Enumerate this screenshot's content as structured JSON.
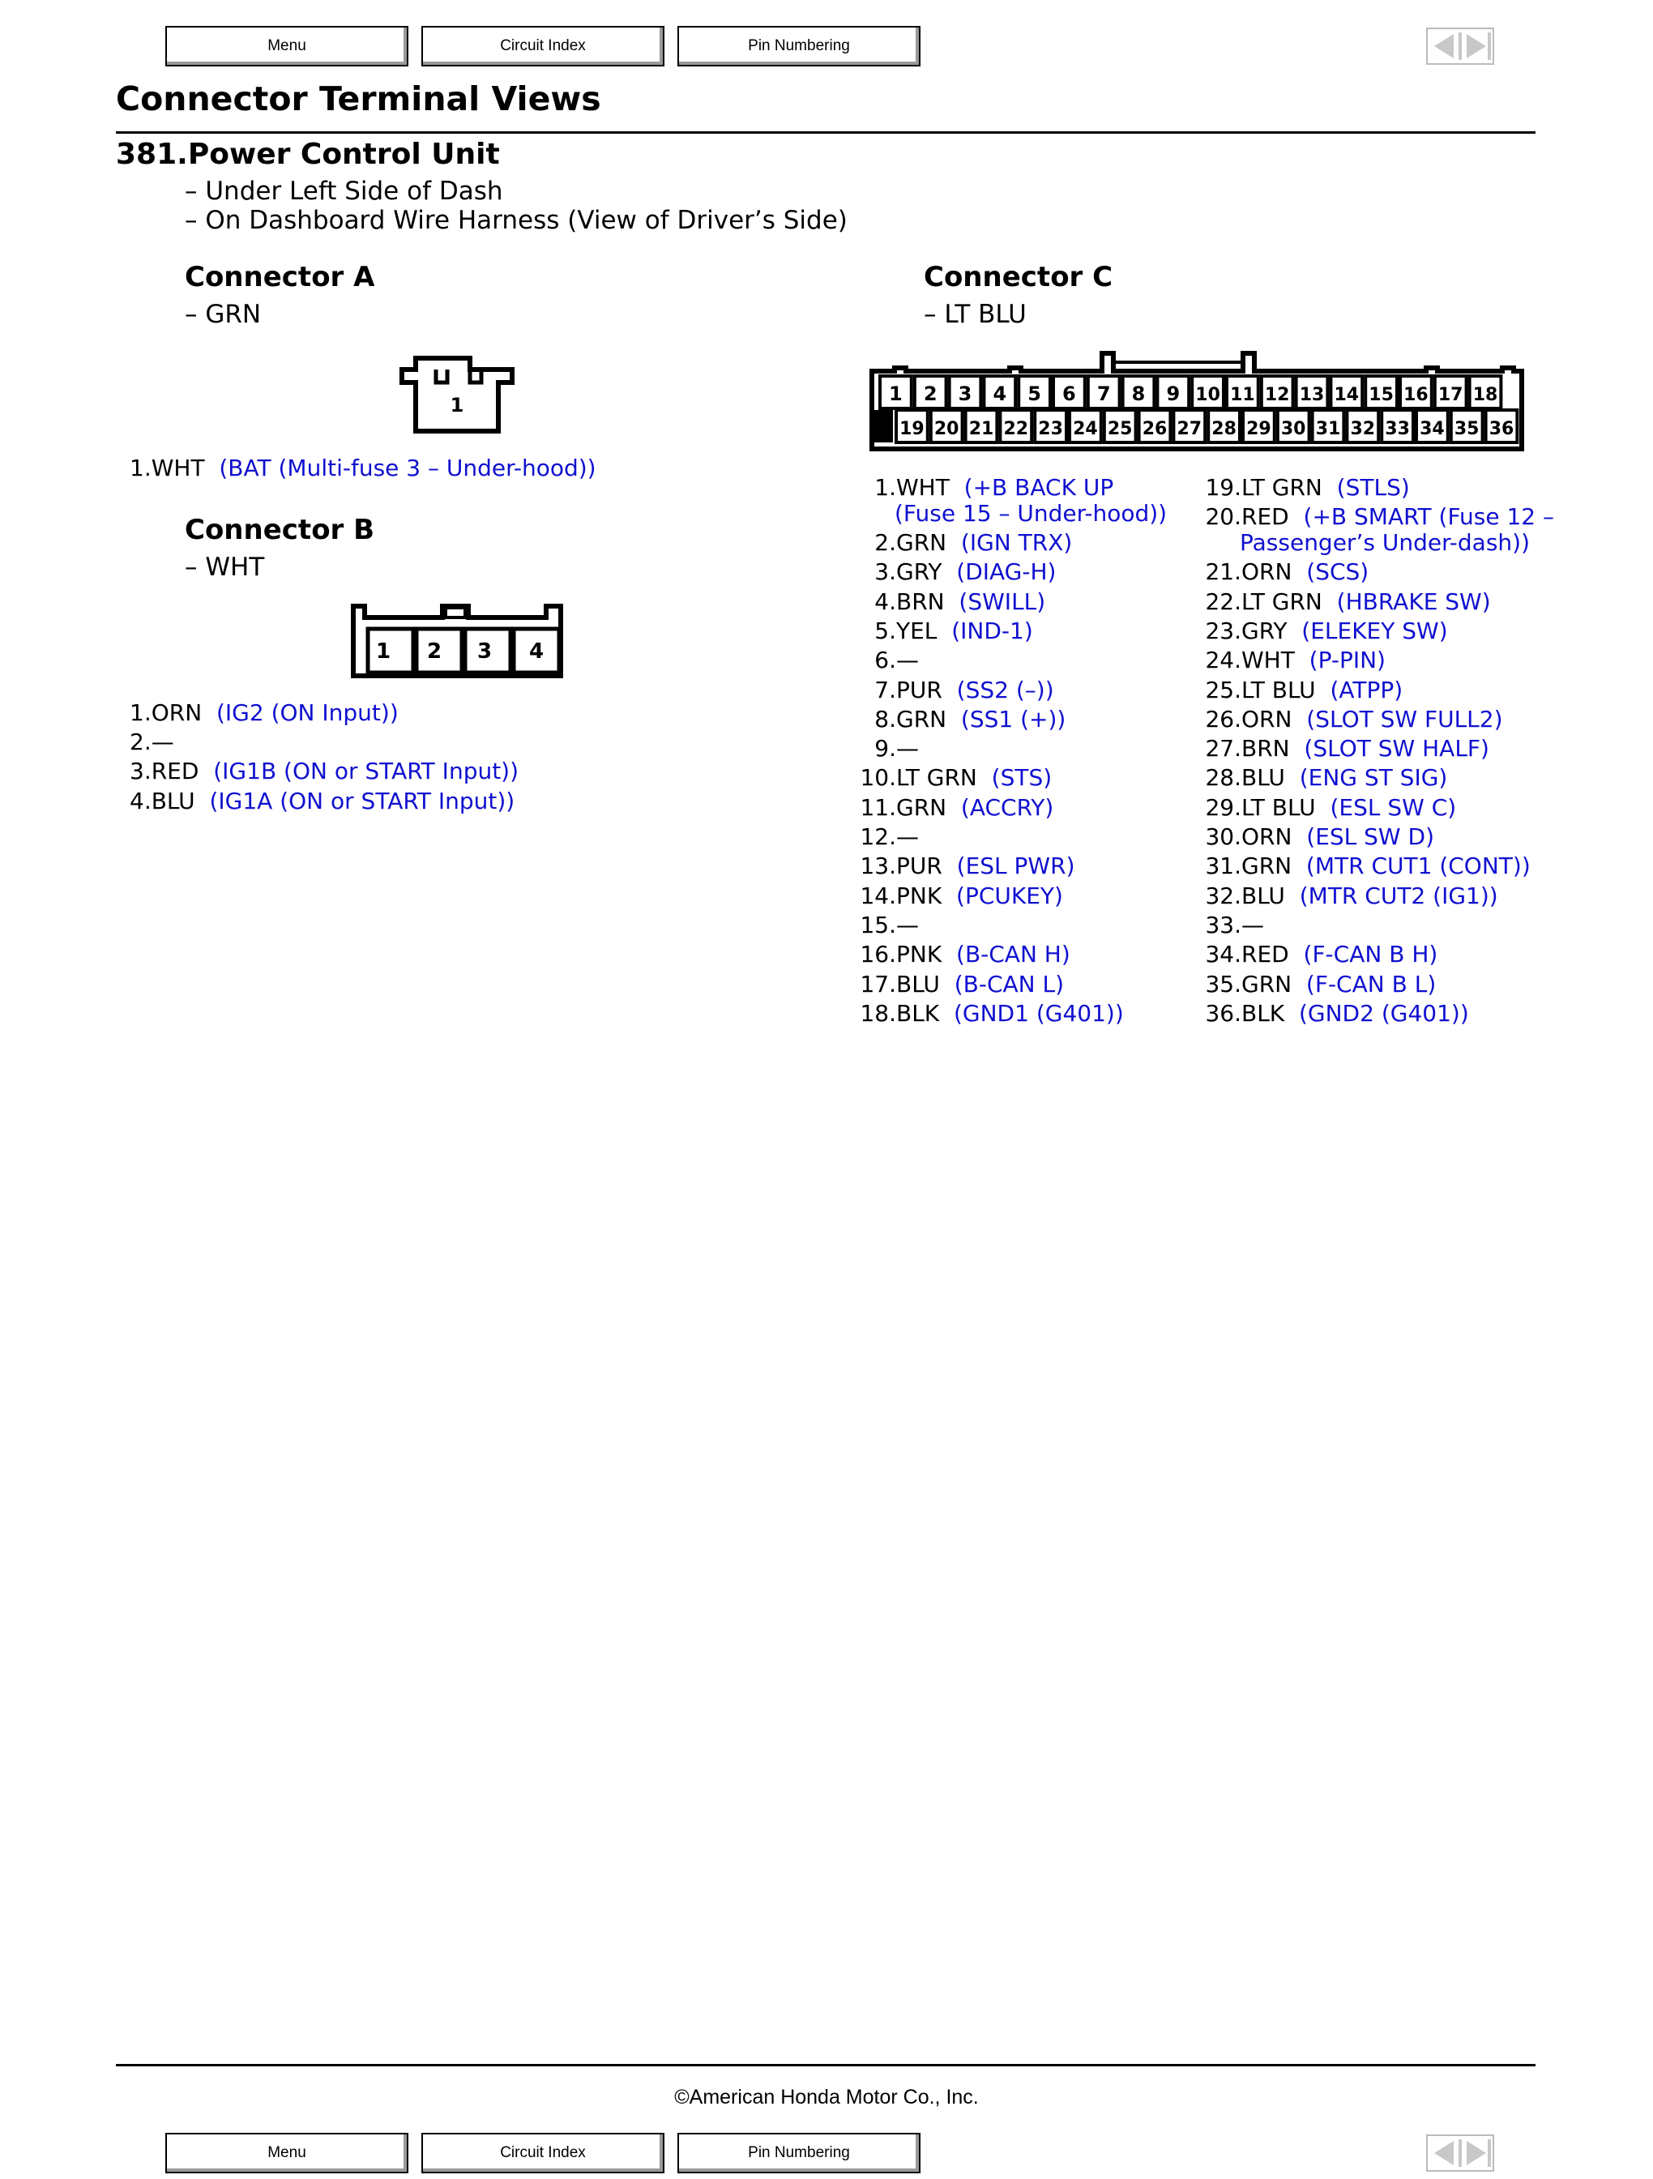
{
  "nav": {
    "menu": "Menu",
    "circuit_index": "Circuit Index",
    "pin_numbering": "Pin Numbering"
  },
  "title": "Connector Terminal Views",
  "unit": {
    "title": "381.Power Control Unit",
    "locations": [
      "– Under Left Side of Dash",
      "– On Dashboard Wire Harness (View of Driver’s Side)"
    ]
  },
  "connectors": {
    "a": {
      "heading": "Connector A",
      "color": "– GRN",
      "terminal_labels": [
        "1"
      ],
      "pins": [
        {
          "n": "1.",
          "wire": "WHT",
          "signal": "(BAT (Multi-fuse 3 – Under-hood))"
        }
      ]
    },
    "b": {
      "heading": "Connector B",
      "color": "– WHT",
      "terminal_labels": [
        "1",
        "2",
        "3",
        "4"
      ],
      "pins": [
        {
          "n": "1.",
          "wire": "ORN",
          "signal": "(IG2 (ON Input))"
        },
        {
          "n": "2.",
          "wire": "—",
          "signal": ""
        },
        {
          "n": "3.",
          "wire": "RED",
          "signal": "(IG1B (ON or START Input))"
        },
        {
          "n": "4.",
          "wire": "BLU",
          "signal": "(IG1A (ON or START Input))"
        }
      ]
    },
    "c": {
      "heading": "Connector C",
      "color": "– LT BLU",
      "terminal_labels_top": [
        "1",
        "2",
        "3",
        "4",
        "5",
        "6",
        "7",
        "8",
        "9",
        "10",
        "11",
        "12",
        "13",
        "14",
        "15",
        "16",
        "17",
        "18"
      ],
      "terminal_labels_bottom": [
        "19",
        "20",
        "21",
        "22",
        "23",
        "24",
        "25",
        "26",
        "27",
        "28",
        "29",
        "30",
        "31",
        "32",
        "33",
        "34",
        "35",
        "36"
      ],
      "pins_left": [
        {
          "n": "1.",
          "wire": "WHT",
          "signal": "(+B BACK UP",
          "signal2": "(Fuse 15 – Under-hood))"
        },
        {
          "n": "2.",
          "wire": "GRN",
          "signal": "(IGN TRX)"
        },
        {
          "n": "3.",
          "wire": "GRY",
          "signal": "(DIAG-H)"
        },
        {
          "n": "4.",
          "wire": "BRN",
          "signal": "(SWILL)"
        },
        {
          "n": "5.",
          "wire": "YEL",
          "signal": "(IND-1)"
        },
        {
          "n": "6.",
          "wire": "—",
          "signal": ""
        },
        {
          "n": "7.",
          "wire": "PUR",
          "signal": "(SS2 (–))"
        },
        {
          "n": "8.",
          "wire": "GRN",
          "signal": "(SS1 (+))"
        },
        {
          "n": "9.",
          "wire": "—",
          "signal": ""
        },
        {
          "n": "10.",
          "wire": "LT GRN",
          "signal": "(STS)"
        },
        {
          "n": "11.",
          "wire": "GRN",
          "signal": "(ACCRY)"
        },
        {
          "n": "12.",
          "wire": "—",
          "signal": ""
        },
        {
          "n": "13.",
          "wire": "PUR",
          "signal": "(ESL PWR)"
        },
        {
          "n": "14.",
          "wire": "PNK",
          "signal": "(PCUKEY)"
        },
        {
          "n": "15.",
          "wire": "—",
          "signal": ""
        },
        {
          "n": "16.",
          "wire": "PNK",
          "signal": "(B-CAN H)"
        },
        {
          "n": "17.",
          "wire": "BLU",
          "signal": "(B-CAN L)"
        },
        {
          "n": "18.",
          "wire": "BLK",
          "signal": "(GND1 (G401))"
        }
      ],
      "pins_right": [
        {
          "n": "19.",
          "wire": "LT GRN",
          "signal": "(STLS)"
        },
        {
          "n": "20.",
          "wire": "RED",
          "signal": "(+B SMART (Fuse 12 –",
          "signal2": "Passenger’s Under-dash))"
        },
        {
          "n": "21.",
          "wire": "ORN",
          "signal": "(SCS)"
        },
        {
          "n": "22.",
          "wire": "LT GRN",
          "signal": "(HBRAKE SW)"
        },
        {
          "n": "23.",
          "wire": "GRY",
          "signal": "(ELEKEY SW)"
        },
        {
          "n": "24.",
          "wire": "WHT",
          "signal": "(P-PIN)"
        },
        {
          "n": "25.",
          "wire": "LT BLU",
          "signal": "(ATPP)"
        },
        {
          "n": "26.",
          "wire": "ORN",
          "signal": "(SLOT SW FULL2)"
        },
        {
          "n": "27.",
          "wire": "BRN",
          "signal": "(SLOT SW HALF)"
        },
        {
          "n": "28.",
          "wire": "BLU",
          "signal": "(ENG ST SIG)"
        },
        {
          "n": "29.",
          "wire": "LT BLU",
          "signal": "(ESL SW C)"
        },
        {
          "n": "30.",
          "wire": "ORN",
          "signal": "(ESL SW D)"
        },
        {
          "n": "31.",
          "wire": "GRN",
          "signal": "(MTR CUT1 (CONT))"
        },
        {
          "n": "32.",
          "wire": "BLU",
          "signal": "(MTR CUT2 (IG1))"
        },
        {
          "n": "33.",
          "wire": "—",
          "signal": ""
        },
        {
          "n": "34.",
          "wire": "RED",
          "signal": "(F-CAN B H)"
        },
        {
          "n": "35.",
          "wire": "GRN",
          "signal": "(F-CAN B L)"
        },
        {
          "n": "36.",
          "wire": "BLK",
          "signal": "(GND2 (G401))"
        }
      ]
    }
  },
  "footer": {
    "copyright": "©American Honda Motor Co., Inc."
  },
  "colors": {
    "signal": "#1010d0",
    "text": "#000000"
  },
  "icons": {
    "pager": "prev-next-arrows-icon"
  }
}
